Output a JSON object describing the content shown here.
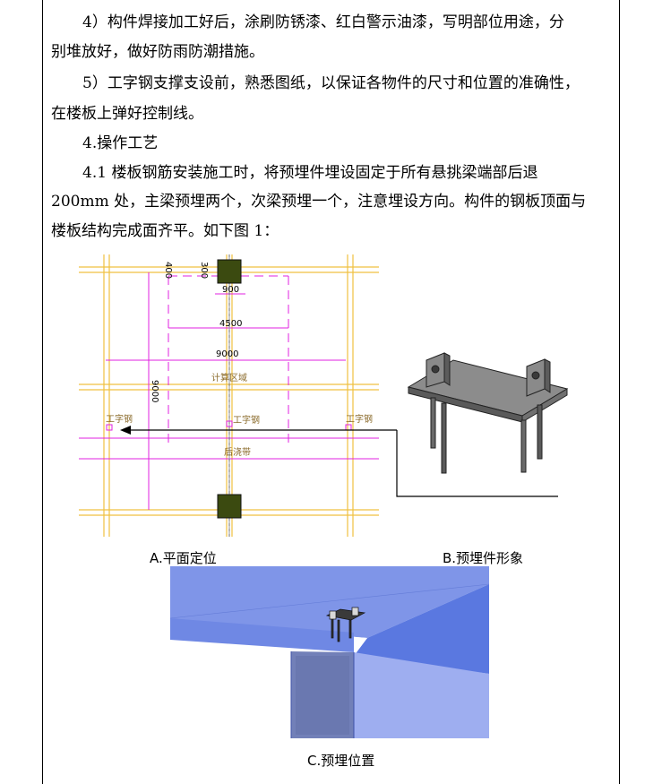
{
  "paragraphs": [
    "4）构件焊接加工好后，涂刷防锈漆、红白警示油漆，写明部位用途，分",
    "别堆放好，做好防雨防潮措施。",
    "5）工字钢支撑支设前，熟悉图纸，以保证各物件的尺寸和位置的准确性，",
    "在楼板上弹好控制线。",
    "4.操作工艺",
    "4.1 楼板钢筋安装施工时，将预埋件埋设固定于所有悬挑梁端部后退",
    "200mm 处，主梁预埋两个，次梁预埋一个，注意埋设方向。构件的钢板顶面与",
    "楼板结构完成面齐平。如下图 1："
  ],
  "figure_a": {
    "dims": {
      "d400": "400",
      "d300": "300",
      "d900": "900",
      "d4500": "4500",
      "d9000": "9000",
      "d9000v": "9000"
    },
    "labels": {
      "calc_area": "计算区域",
      "ibeam_left": "工字钢",
      "ibeam_mid": "工字钢",
      "ibeam_right": "工字钢",
      "post_cast": "后浇带"
    }
  },
  "captions": {
    "a": "A.平面定位",
    "b": "B.预埋件形象",
    "c": "C.预埋位置"
  },
  "colors": {
    "grid_yellow": "#f0c040",
    "dim_magenta": "#e020e0",
    "embed_fill": "#3b4a10",
    "slab_blue": "#7890e8"
  }
}
